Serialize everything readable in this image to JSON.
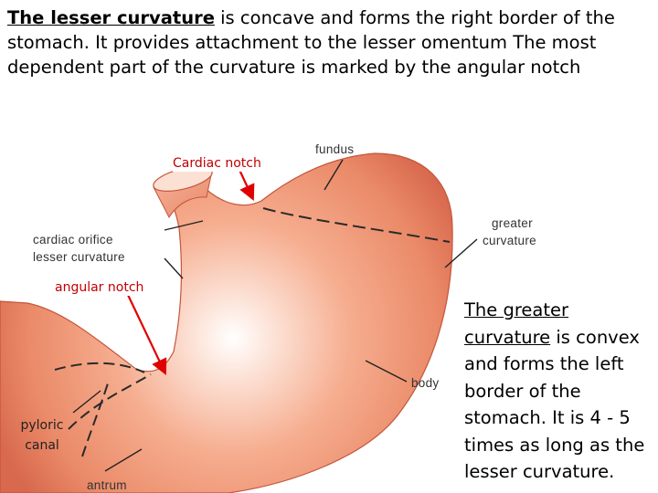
{
  "intro": {
    "term": "The lesser curvature",
    "text": " is concave and forms the right border of the stomach. It provides attachment to the lesser omentum The most dependent part of the curvature is marked by the angular notch"
  },
  "side_note": {
    "term": "The greater curvature",
    "text": " is convex and forms the left border of the stomach. It is 4 - 5 times as long as the lesser curvature."
  },
  "labels": {
    "cardiac_notch": "Cardiac notch",
    "angular_notch": "angular notch",
    "pyloric_canal_line1": "pyloric",
    "pyloric_canal_line2": "canal",
    "fundus": "fundus",
    "greater_curvature_line1": "greater",
    "greater_curvature_line2": "curvature",
    "cardiac_orifice": "cardiac orifice",
    "lesser_curvature": "lesser curvature",
    "body": "body",
    "antrum": "antrum"
  },
  "colors": {
    "stomach_light": "#fde3d8",
    "stomach_mid": "#f39b7a",
    "stomach_dark": "#d9654a",
    "arrow": "#e00000",
    "label_red": "#c00000"
  }
}
